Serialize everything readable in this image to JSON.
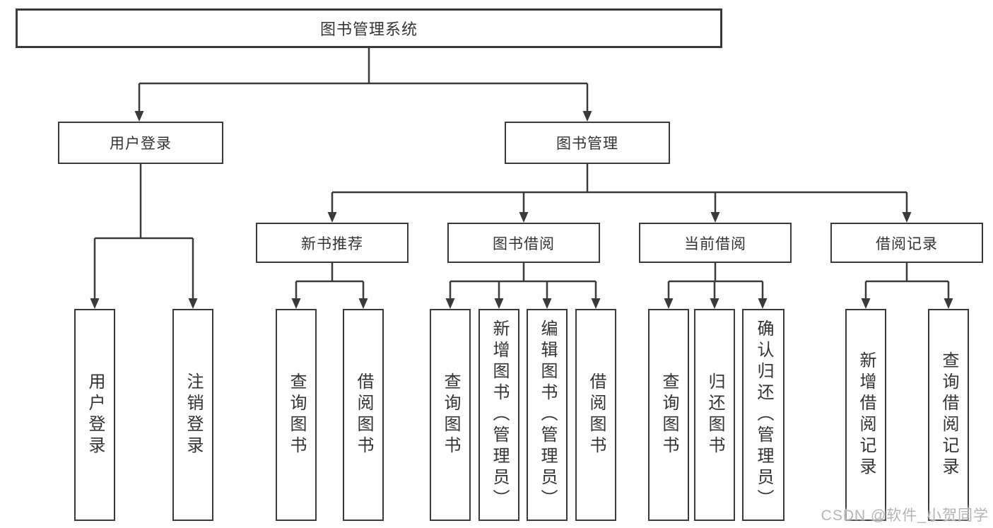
{
  "diagram": {
    "root": {
      "label": "图书管理系统"
    },
    "branches": [
      {
        "label": "用户登录",
        "children": [
          {
            "label": "用户登录"
          },
          {
            "label": "注销登录"
          }
        ]
      },
      {
        "label": "图书管理",
        "groups": [
          {
            "label": "新书推荐",
            "children": [
              {
                "label": "查询图书"
              },
              {
                "label": "借阅图书"
              }
            ]
          },
          {
            "label": "图书借阅",
            "children": [
              {
                "label": "查询图书"
              },
              {
                "label": "新增图书（管理员）"
              },
              {
                "label": "编辑图书（管理员）"
              },
              {
                "label": "借阅图书"
              }
            ]
          },
          {
            "label": "当前借阅",
            "children": [
              {
                "label": "查询图书"
              },
              {
                "label": "归还图书"
              },
              {
                "label": "确认归还（管理员）"
              }
            ]
          },
          {
            "label": "借阅记录",
            "children": [
              {
                "label": "新增借阅记录"
              },
              {
                "label": "查询借阅记录"
              }
            ]
          }
        ]
      }
    ]
  },
  "watermark": {
    "text": "CSDN @软件_小贺同学"
  }
}
